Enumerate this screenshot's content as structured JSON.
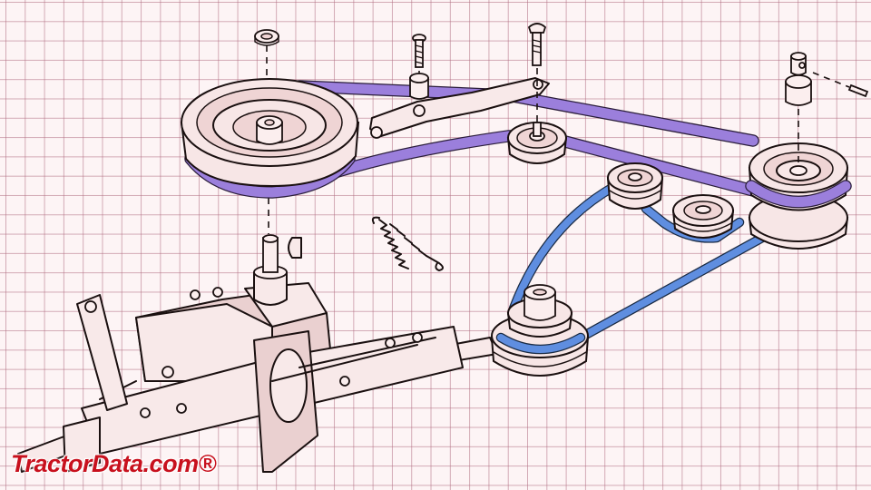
{
  "watermark": {
    "text": "TractorData.com®"
  },
  "colors": {
    "grid_background": "#fdf4f5",
    "grid_lines": "#b06c80",
    "deck_belt": "#9b7fdc",
    "drive_belt": "#5f8ee0",
    "watermark": "#c8111e",
    "line_art": "#1a1010"
  },
  "parts": [
    "top-washer",
    "transmission-input-pulley",
    "idler-arm-bolt",
    "idler-arm-spacer",
    "idler-arm",
    "idler-arm-pin",
    "idler-pulley",
    "tension-spring",
    "woodruff-key",
    "transmission",
    "rear-axle",
    "clutch-idler-pulley-1",
    "clutch-idler-pulley-2",
    "engine-double-pulley",
    "engine-shaft-collar",
    "roll-pin",
    "lower-double-pulley",
    "main-belt",
    "drive-belt"
  ]
}
